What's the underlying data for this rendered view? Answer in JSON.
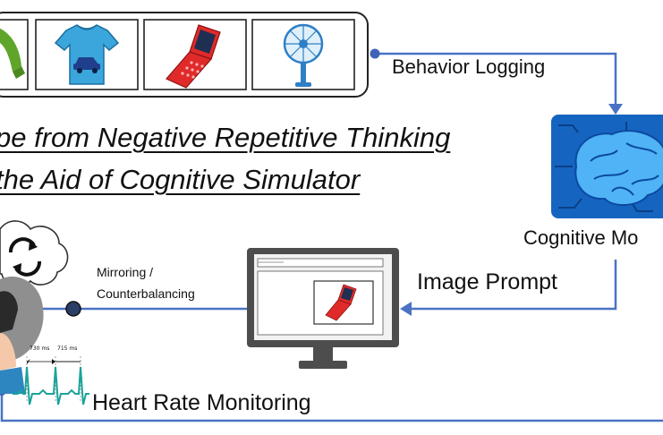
{
  "title": {
    "line1": "pe from Negative Repetitive Thinking",
    "line2": "the Aid of Cognitive Simulator"
  },
  "labels": {
    "behavior_logging": "Behavior Logging",
    "cognitive_model": "Cognitive Mo",
    "image_prompt": "Image Prompt",
    "mirroring_line1": "Mirroring /",
    "mirroring_line2": "Counterbalancing",
    "heart_rate": "Heart Rate Monitoring",
    "rr_interval_1": "730 ms",
    "rr_interval_2": "715 ms"
  },
  "items": [
    {
      "icon": "green-sleeve-icon"
    },
    {
      "icon": "blue-tshirt-icon"
    },
    {
      "icon": "red-flip-phone-icon"
    },
    {
      "icon": "blue-fan-icon"
    }
  ],
  "colors": {
    "connector": "#4a72c4",
    "node_fill": "#2d4e8a",
    "brain_panel": "#1565c0",
    "brain": "#4fb3f6",
    "heart_wave": "#1aa39a",
    "tshirt": "#3aa6dc",
    "phone": "#e02a2a",
    "fan": "#2f7fc6",
    "sleeve": "#5ea52a"
  }
}
